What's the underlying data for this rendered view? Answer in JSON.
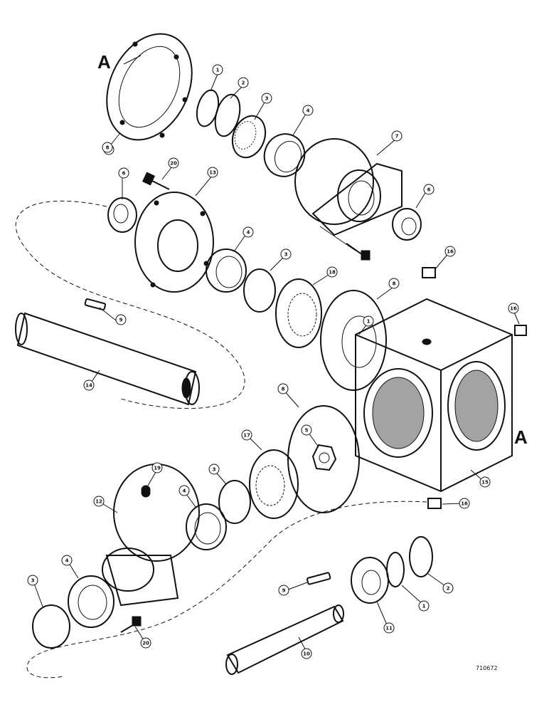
{
  "diagram": {
    "view_letters": [
      "A",
      "A"
    ],
    "reference_number": "710672",
    "callouts": [
      "1",
      "2",
      "3",
      "4",
      "6",
      "7",
      "8",
      "20",
      "13",
      "6",
      "4",
      "3",
      "16",
      "9",
      "18",
      "8",
      "1",
      "16",
      "14",
      "8",
      "5",
      "17",
      "3",
      "4",
      "12",
      "19",
      "15",
      "16",
      "3",
      "4",
      "20",
      "1",
      "2",
      "9",
      "11",
      "10",
      "8"
    ]
  }
}
